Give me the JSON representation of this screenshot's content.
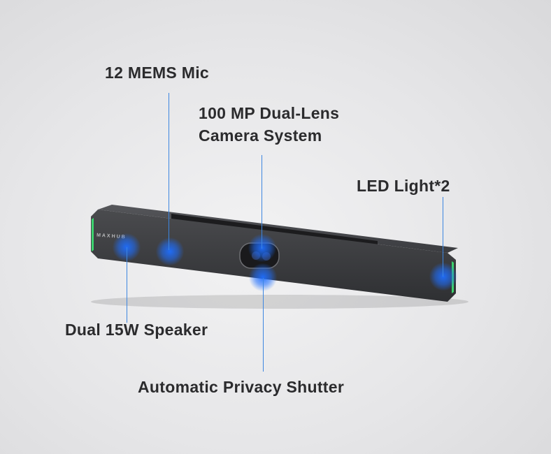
{
  "callouts": {
    "mic": "12 MEMS Mic",
    "camera_line1": "100 MP Dual-Lens",
    "camera_line2": "Camera System",
    "led": "LED Light*2",
    "speaker": "Dual 15W Speaker",
    "shutter": "Automatic Privacy Shutter"
  },
  "device": {
    "brand": "MAXHUB"
  },
  "colors": {
    "highlight": "#1e6eff",
    "led": "#3cd26e",
    "body": "#3a3b3e"
  }
}
